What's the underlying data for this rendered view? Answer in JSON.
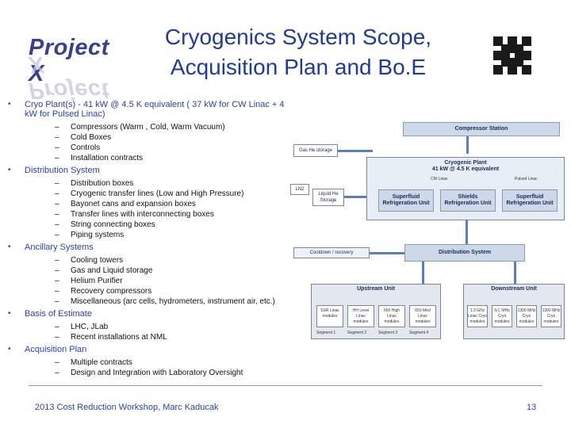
{
  "logo": {
    "text": "Project X"
  },
  "title": {
    "line1": "Cryogenics System Scope,",
    "line2": "Acquisition Plan and Bo.E"
  },
  "outline": [
    {
      "text": "Cryo Plant(s) - 41 kW @ 4.5 K equivalent ( 37 kW for CW Linac + 4 kW for Pulsed Linac)",
      "subs": [
        "Compressors (Warm , Cold, Warm Vacuum)",
        "Cold Boxes",
        "Controls",
        "Installation contracts"
      ]
    },
    {
      "text": "Distribution System",
      "subs": [
        "Distribution boxes",
        "Cryogenic transfer lines (Low and High Pressure)",
        "Bayonet cans and expansion boxes",
        "Transfer lines with interconnecting boxes",
        "String connecting boxes",
        "Piping systems"
      ]
    },
    {
      "text": "Ancillary Systems",
      "subs": [
        "Cooling towers",
        "Gas and Liquid storage",
        "Helium Purifier",
        "Recovery compressors",
        "Miscellaneous (arc cells, hydrometers, instrument air, etc.)"
      ]
    },
    {
      "text": "Basis of Estimate",
      "subs": [
        "LHC, JLab",
        "Recent installations at NML"
      ]
    },
    {
      "text": "Acquisition Plan",
      "subs": [
        "Multiple contracts",
        "Design and Integration with Laboratory Oversight"
      ]
    }
  ],
  "diagram": {
    "compressor_station": "Compressor Station",
    "gas_storage": "Gas He storage",
    "cryo_plant_line1": "Cryogenic Plant",
    "cryo_plant_line2": "41 kW @ 4.5 K equivalent",
    "cw_linac": "CW Linac",
    "pulsed_linac": "Pulsed Linac",
    "ln2": "LN2",
    "liquid_he": "Liquid He Storage",
    "sf_unit_1": "Superfluid Refrigeration Unit",
    "shields_unit": "Shields Refrigeration Unit",
    "sf_unit_2": "Superfluid Refrigeration Unit",
    "cooldown": "Cooldown / recovery",
    "distribution": "Distribution System",
    "upstream": "Upstream Unit",
    "downstream": "Downstream Unit",
    "up_modules": [
      {
        "label": "SSR Linac modules",
        "seg": "Segment 1"
      },
      {
        "label": "HH Level Linac modules",
        "seg": "Segment 2"
      },
      {
        "label": "650 High Linac modules",
        "seg": "Segment 3"
      },
      {
        "label": "650 Med Linac modules",
        "seg": "Segment 4"
      }
    ],
    "down_modules": [
      {
        "label": "1.3 GHz Linac Cryo modules"
      },
      {
        "label": "ILC MHz Cryo modules"
      },
      {
        "label": "1300 MHz Cryo modules"
      },
      {
        "label": "1300 MHz Cryo modules"
      }
    ]
  },
  "footer": {
    "text": "2013 Cost Reduction Workshop, Marc Kaducak",
    "page": "13"
  },
  "colors": {
    "title": "#1e3c96",
    "body_text": "#2a43a6",
    "box_header": "#cdd8e8"
  }
}
